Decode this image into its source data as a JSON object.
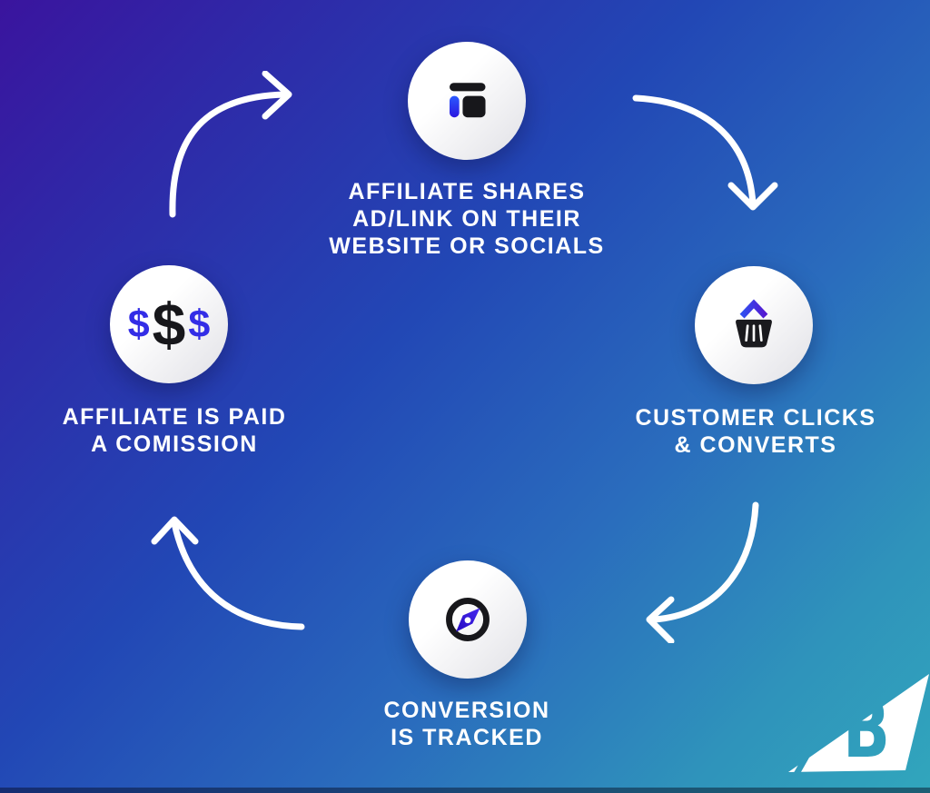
{
  "title": "Affiliate marketing cycle diagram",
  "background": {
    "gradient_from": "#3a149e",
    "gradient_mid": "#2247b5",
    "gradient_to": "#31a6bc"
  },
  "colors": {
    "text": "#ffffff",
    "arrow": "#ffffff",
    "circle_fill": "#f2f2f4",
    "icon_dark": "#17171b",
    "icon_blue": "#2f3ae8",
    "logo_white": "#ffffff"
  },
  "steps": [
    {
      "id": "affiliate-shares",
      "icon": "website-layout-icon",
      "label_lines": [
        "AFFILIATE SHARES",
        "AD/LINK ON THEIR",
        "WEBSITE OR SOCIALS"
      ]
    },
    {
      "id": "customer-clicks",
      "icon": "shopping-basket-icon",
      "label_lines": [
        "CUSTOMER CLICKS",
        "& CONVERTS"
      ]
    },
    {
      "id": "conversion-tracked",
      "icon": "compass-icon",
      "label_lines": [
        "CONVERSION",
        "IS TRACKED"
      ]
    },
    {
      "id": "affiliate-paid",
      "icon": "dollar-signs-icon",
      "label_lines": [
        "AFFILIATE IS PAID",
        "A COMISSION"
      ],
      "dollars": [
        "$",
        "$",
        "$"
      ]
    }
  ],
  "logo": {
    "name": "bigcommerce-logo",
    "letter": "B"
  }
}
